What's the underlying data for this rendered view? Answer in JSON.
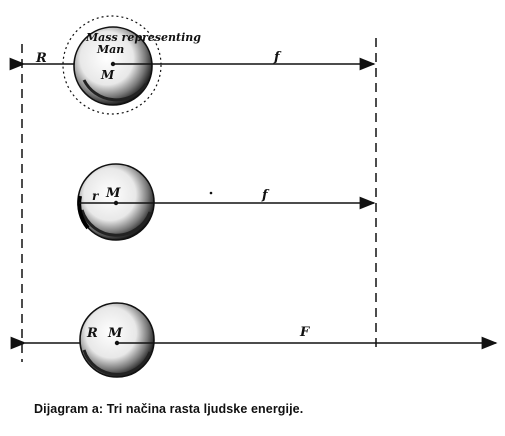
{
  "diagram": {
    "row1": {
      "label_mass": "Mass representing",
      "label_man": "Man",
      "label_center": "M",
      "label_left": "R",
      "label_right": "f"
    },
    "row2": {
      "label_radius": "r",
      "label_center": "M",
      "label_force": "f"
    },
    "row3": {
      "label_radius": "R",
      "label_center": "M",
      "label_force": "F"
    },
    "caption": "Dijagram a: Tri načina rasta ljudske energije."
  }
}
